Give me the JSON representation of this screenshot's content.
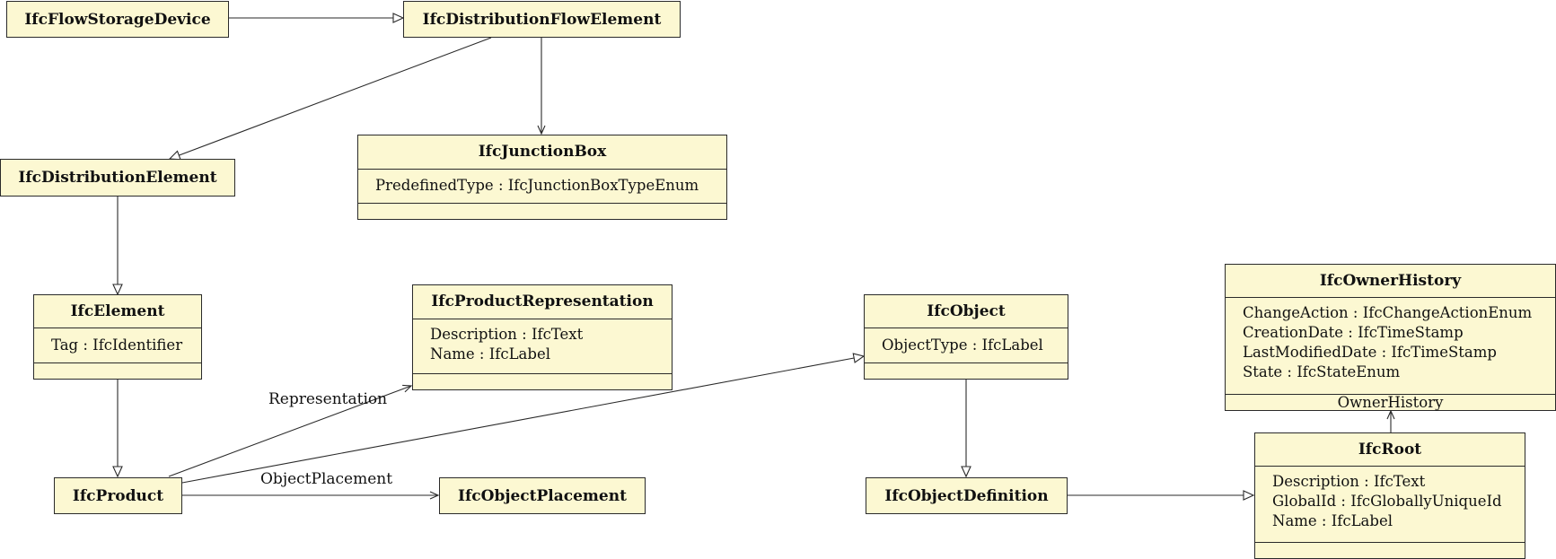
{
  "classes": {
    "flow_storage_device": {
      "name": "IfcFlowStorageDevice"
    },
    "distribution_flow_element": {
      "name": "IfcDistributionFlowElement"
    },
    "distribution_element": {
      "name": "IfcDistributionElement"
    },
    "junction_box": {
      "name": "IfcJunctionBox",
      "attributes": [
        "PredefinedType : IfcJunctionBoxTypeEnum"
      ]
    },
    "element": {
      "name": "IfcElement",
      "attributes": [
        "Tag : IfcIdentifier"
      ]
    },
    "product_representation": {
      "name": "IfcProductRepresentation",
      "attributes": [
        "Description : IfcText",
        "Name : IfcLabel"
      ]
    },
    "object": {
      "name": "IfcObject",
      "attributes": [
        "ObjectType : IfcLabel"
      ]
    },
    "owner_history": {
      "name": "IfcOwnerHistory",
      "attributes": [
        "ChangeAction : IfcChangeActionEnum",
        "CreationDate : IfcTimeStamp",
        "LastModifiedDate : IfcTimeStamp",
        "State : IfcStateEnum"
      ],
      "footer": "OwnerHistory"
    },
    "product": {
      "name": "IfcProduct"
    },
    "object_placement": {
      "name": "IfcObjectPlacement"
    },
    "object_definition": {
      "name": "IfcObjectDefinition"
    },
    "root": {
      "name": "IfcRoot",
      "attributes": [
        "Description : IfcText",
        "GlobalId : IfcGloballyUniqueId",
        "Name : IfcLabel"
      ]
    }
  },
  "edge_labels": {
    "representation": "Representation",
    "object_placement": "ObjectPlacement"
  },
  "colors": {
    "class_fill": "#fcf8d2",
    "line": "#2a2a2a"
  }
}
